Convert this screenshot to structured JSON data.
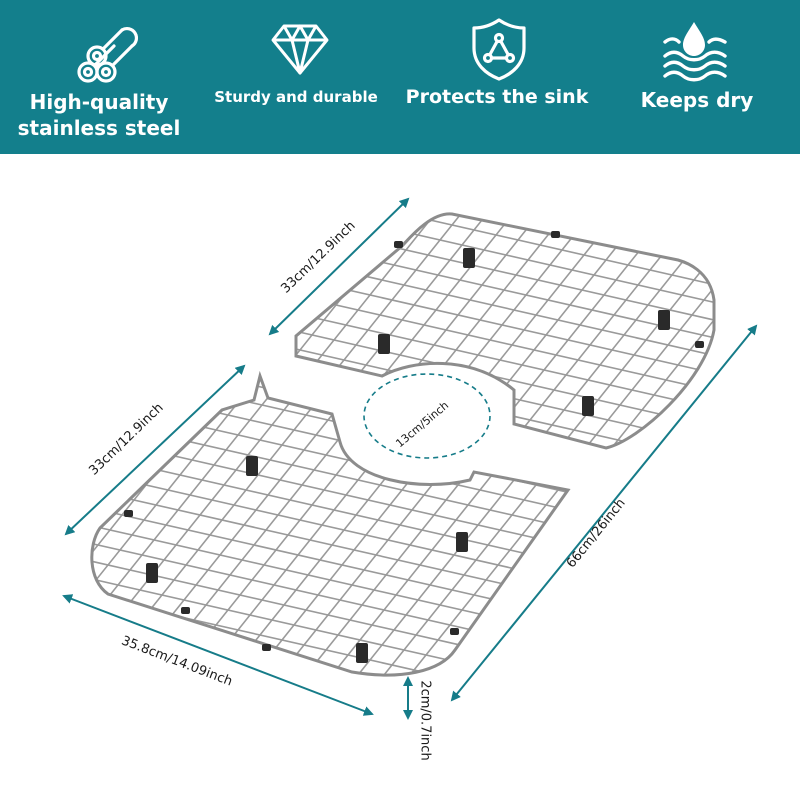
{
  "colors": {
    "banner": "#137f8c",
    "icon": "#ffffff",
    "arrow": "#167c89",
    "wire": "#8c8c8c",
    "foot": "#2a2a2a"
  },
  "features": [
    {
      "icon": "steel-rods-icon",
      "label_line1": "High-quality",
      "label_line2": "stainless steel"
    },
    {
      "icon": "diamond-icon",
      "label": "Sturdy and durable"
    },
    {
      "icon": "shield-icon",
      "label": "Protects the sink"
    },
    {
      "icon": "water-drop-waves-icon",
      "label": "Keeps dry"
    }
  ],
  "dimensions": {
    "upper_width": "33cm/12.9inch",
    "lower_width": "33cm/12.9inch",
    "total_length": "66cm/26inch",
    "lower_length": "35.8cm/14.09inch",
    "height": "2cm/0.7inch",
    "drain_hole": "13cm/5inch"
  }
}
